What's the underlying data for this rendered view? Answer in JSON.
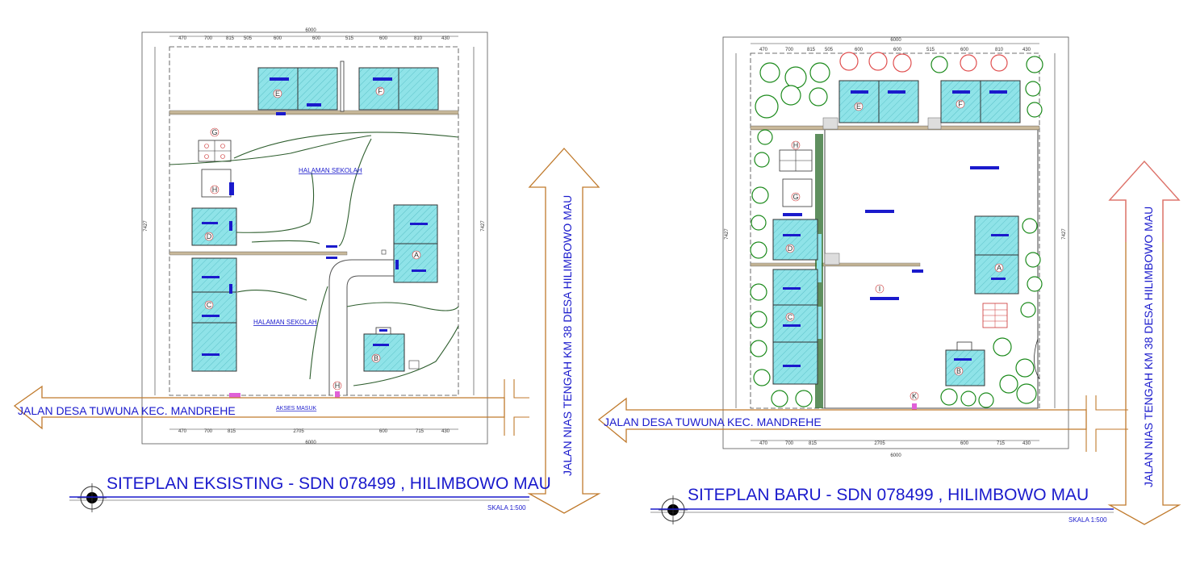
{
  "plans": [
    {
      "id": "existing",
      "title": "SITEPLAN EKSISTING - SDN 078499 , HILIMBOWO MAU",
      "scale": "SKALA 1:500",
      "road_horizontal": "JALAN  DESA TUWUNA KEC. MANDREHE",
      "road_vertical": "JALAN NIAS TENGAH KM 38 DESA HILIMBOWO MAU",
      "access_label": "AKSES MASUK",
      "yard_labels": [
        "HALAMAN SEKOLAH",
        "HALAMAN SEKOLAH"
      ],
      "building_labels": [
        "A",
        "B",
        "C",
        "D",
        "E",
        "F",
        "G",
        "H",
        "H"
      ],
      "dims_top": [
        "470",
        "700",
        "815",
        "505",
        "600",
        "600",
        "515",
        "600",
        "810",
        "430"
      ],
      "dims_bottom": [
        "470",
        "700",
        "815",
        "2705",
        "600",
        "715",
        "430"
      ],
      "total_width": "6000",
      "total_height": "7427"
    },
    {
      "id": "new",
      "title": "SITEPLAN BARU - SDN 078499 , HILIMBOWO MAU",
      "scale": "SKALA 1:500",
      "road_horizontal": "JALAN  DESA TUWUNA KEC. MANDREHE",
      "road_vertical": "JALAN NIAS TENGAH KM 38 DESA HILIMBOWO MAU",
      "building_labels": [
        "A",
        "B",
        "C",
        "D",
        "E",
        "F",
        "G",
        "H",
        "I",
        "K"
      ],
      "dims_top": [
        "470",
        "700",
        "815",
        "505",
        "600",
        "600",
        "515",
        "600",
        "810",
        "430"
      ],
      "dims_bottom": [
        "470",
        "700",
        "815",
        "2705",
        "600",
        "715",
        "430"
      ],
      "total_width": "6000",
      "total_height": "7427"
    }
  ],
  "colors": {
    "building_fill": "#8fe3e8",
    "road": "#c07a2c",
    "text_blue": "#1a1acc",
    "tree_green": "#1b8a1b",
    "tree_red": "#e05050",
    "path_green": "#2e5e2e"
  }
}
